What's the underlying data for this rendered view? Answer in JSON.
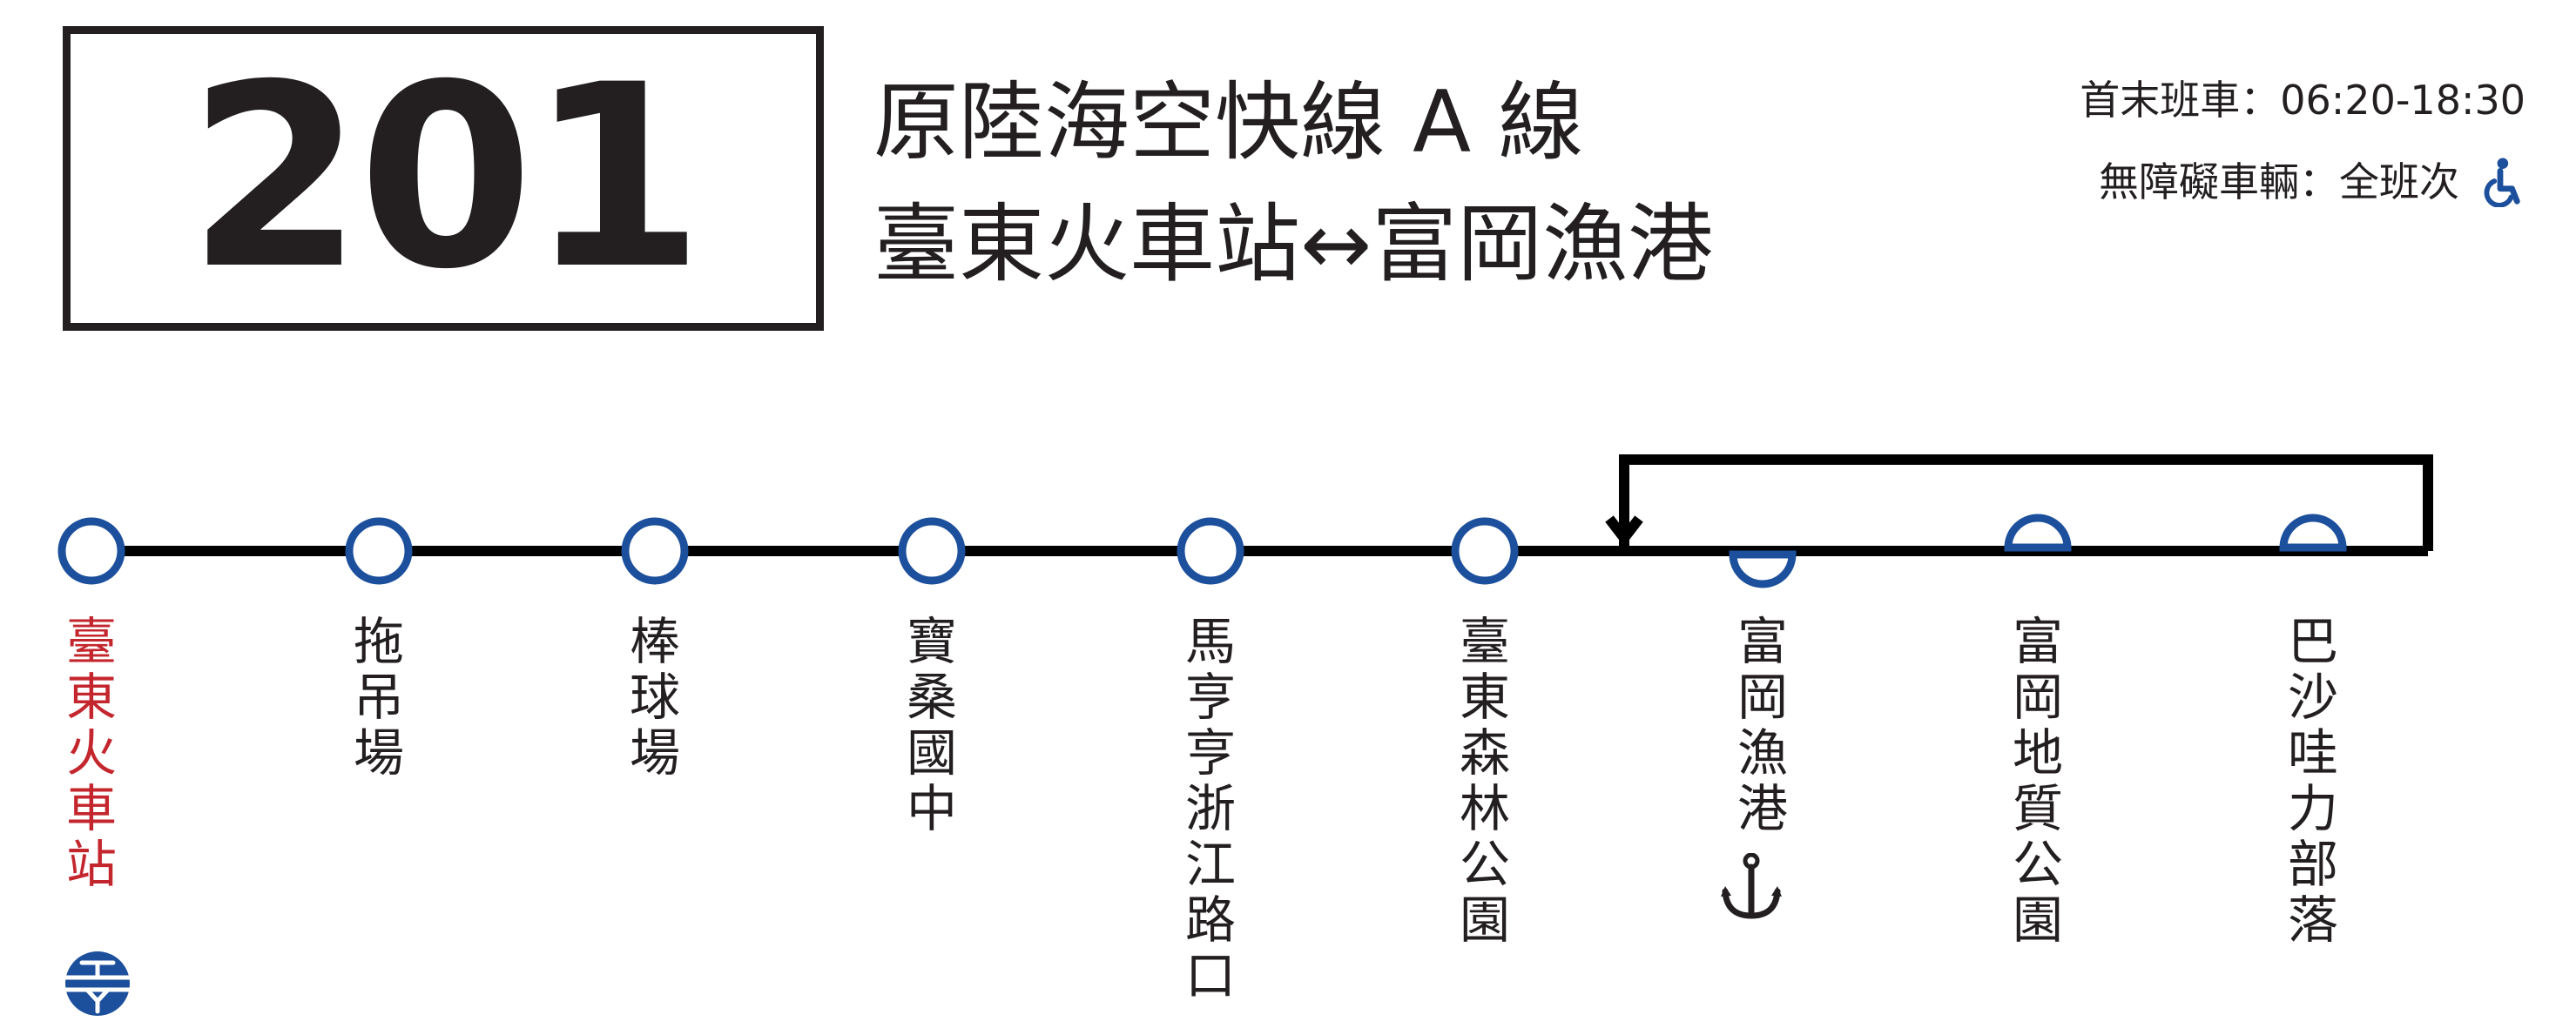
{
  "route": {
    "number": "201",
    "name": "原陸海空快線 A 線",
    "terminals": "臺東火車站↔富岡漁港"
  },
  "service": {
    "hours_label": "首末班車：06:20-18:30",
    "accessible_label": "無障礙車輛：全班次",
    "accessible_icon": "wheelchair-icon"
  },
  "colors": {
    "line": "#000000",
    "stop": "#1c4f9c",
    "terminal_text": "#c4262e",
    "text": "#231f20"
  },
  "stops": [
    {
      "name": "臺東火車站",
      "marker": "circle",
      "terminal": true,
      "icon": "train-station-icon"
    },
    {
      "name": "拖吊場",
      "marker": "circle"
    },
    {
      "name": "棒球場",
      "marker": "circle"
    },
    {
      "name": "寶桑國中",
      "marker": "circle"
    },
    {
      "name": "馬亨亨浙江路口",
      "marker": "circle"
    },
    {
      "name": "臺東森林公園",
      "marker": "circle"
    },
    {
      "name": "富岡漁港",
      "marker": "half-below",
      "icon": "anchor-icon"
    },
    {
      "name": "富岡地質公園",
      "marker": "half-above"
    },
    {
      "name": "巴沙哇力部落",
      "marker": "half-above"
    }
  ]
}
